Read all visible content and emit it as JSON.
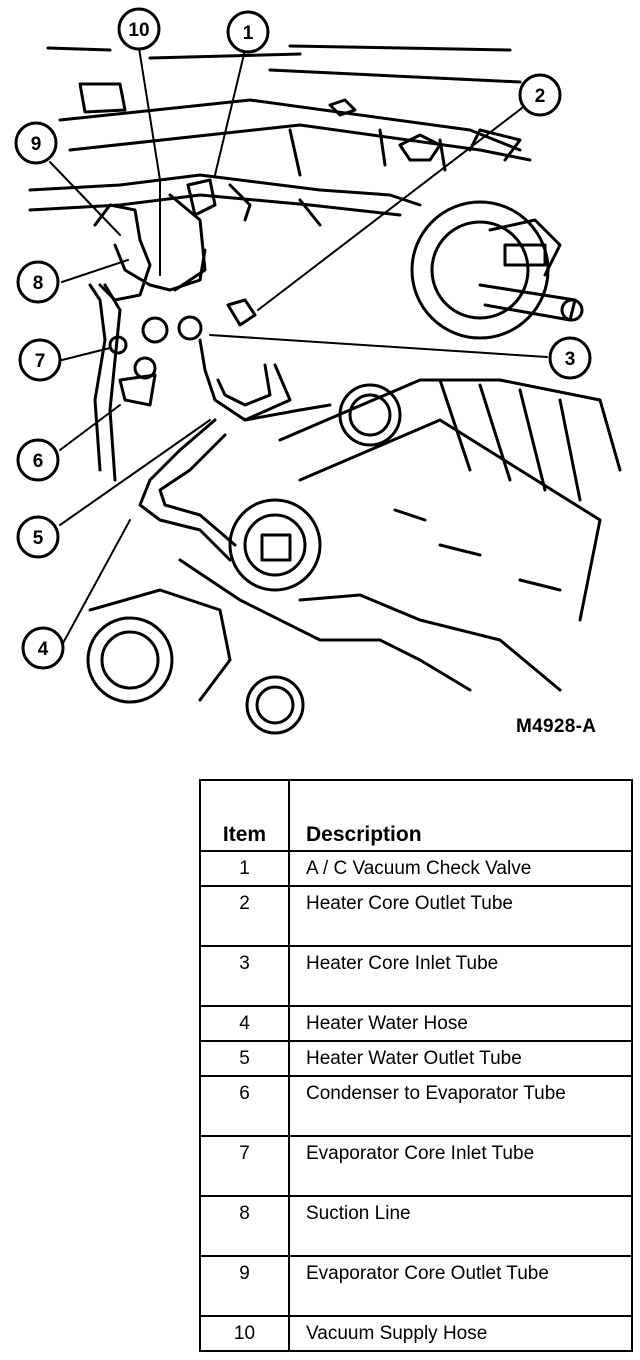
{
  "figure_id": "M4928-A",
  "callouts": [
    {
      "id": "1",
      "label": "1"
    },
    {
      "id": "2",
      "label": "2"
    },
    {
      "id": "3",
      "label": "3"
    },
    {
      "id": "4",
      "label": "4"
    },
    {
      "id": "5",
      "label": "5"
    },
    {
      "id": "6",
      "label": "6"
    },
    {
      "id": "7",
      "label": "7"
    },
    {
      "id": "8",
      "label": "8"
    },
    {
      "id": "9",
      "label": "9"
    },
    {
      "id": "10",
      "label": "10"
    }
  ],
  "legend": {
    "header_item": "Item",
    "header_description": "Description",
    "rows": [
      {
        "item": "1",
        "description": "A / C Vacuum Check Valve"
      },
      {
        "item": "2",
        "description": "Heater Core Outlet Tube"
      },
      {
        "item": "3",
        "description": "Heater Core Inlet Tube"
      },
      {
        "item": "4",
        "description": "Heater Water Hose"
      },
      {
        "item": "5",
        "description": "Heater Water Outlet Tube"
      },
      {
        "item": "6",
        "description": "Condenser to Evaporator Tube"
      },
      {
        "item": "7",
        "description": "Evaporator Core Inlet Tube"
      },
      {
        "item": "8",
        "description": "Suction Line"
      },
      {
        "item": "9",
        "description": "Evaporator Core Outlet Tube"
      },
      {
        "item": "10",
        "description": "Vacuum Supply Hose"
      }
    ]
  }
}
